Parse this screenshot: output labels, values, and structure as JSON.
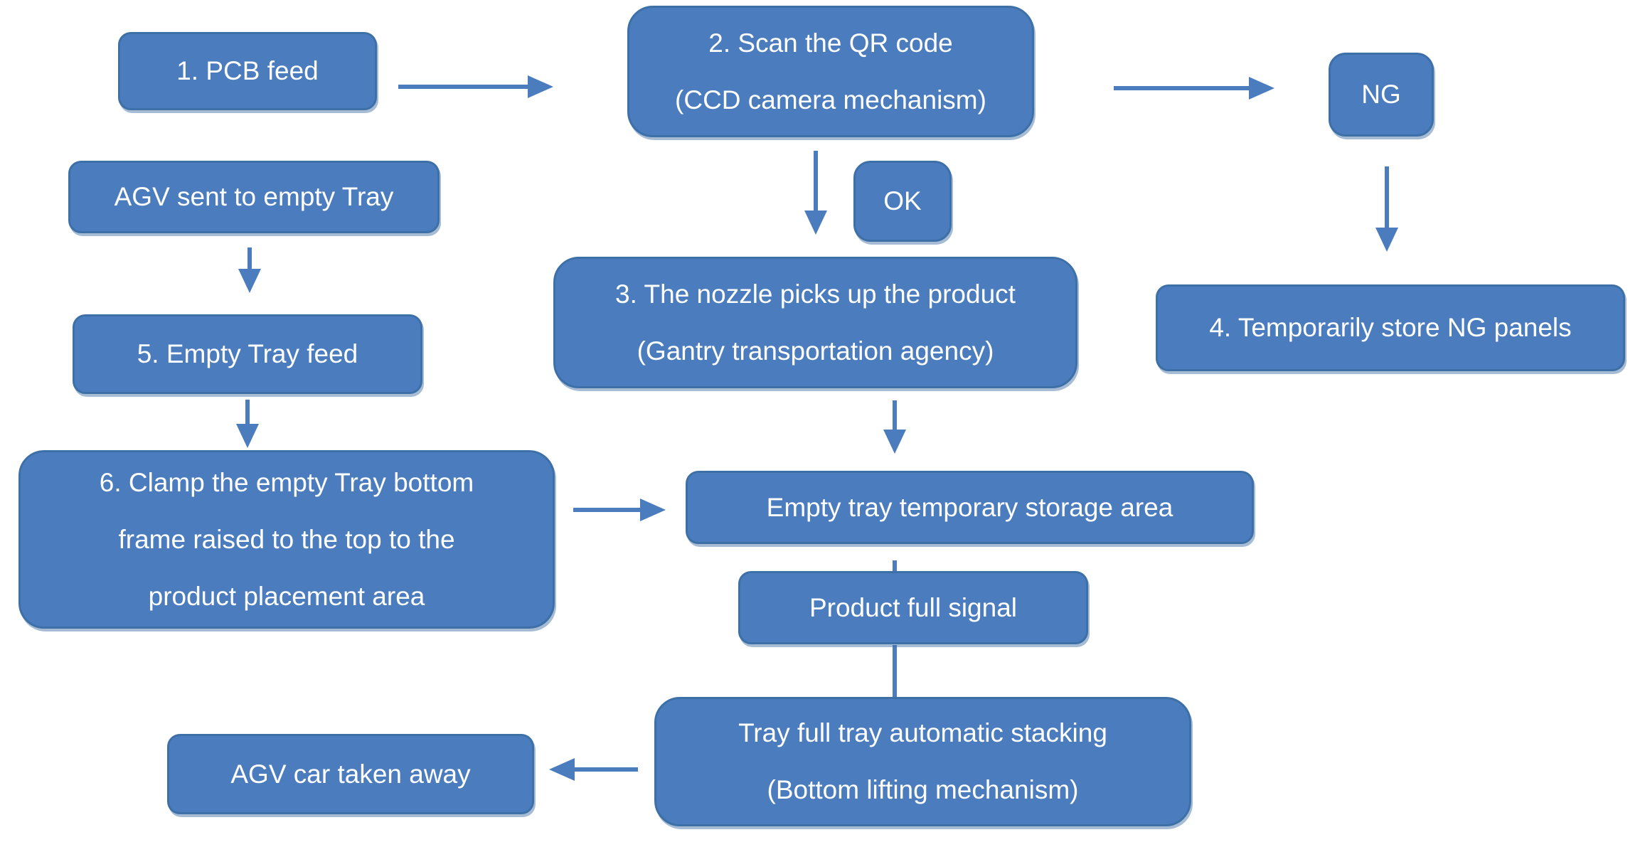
{
  "colors": {
    "background": "#ffffff",
    "node_fill": "#4b7cbe",
    "node_border": "#3e70a8",
    "node_text": "#ffffff",
    "arrow": "#4b7cbe"
  },
  "nodes": {
    "pcb_feed": {
      "text": "1. PCB feed"
    },
    "scan_qr": {
      "text": "2. Scan the QR code\n(CCD camera mechanism)"
    },
    "ng": {
      "text": "NG"
    },
    "agv_sent": {
      "text": "AGV sent to empty Tray"
    },
    "ok": {
      "text": "OK"
    },
    "nozzle": {
      "text": "3. The nozzle picks up the product\n(Gantry transportation agency)"
    },
    "store_ng": {
      "text": "4. Temporarily store NG panels"
    },
    "empty_tray_feed": {
      "text": "5. Empty Tray feed"
    },
    "clamp": {
      "text": "6. Clamp the empty Tray bottom\nframe raised to the top to the\nproduct placement area"
    },
    "storage": {
      "text": "Empty tray temporary storage area"
    },
    "product_full": {
      "text": "Product full signal"
    },
    "tray_full": {
      "text": "Tray full tray automatic stacking\n(Bottom lifting mechanism)"
    },
    "agv_taken": {
      "text": "AGV car taken away"
    }
  }
}
